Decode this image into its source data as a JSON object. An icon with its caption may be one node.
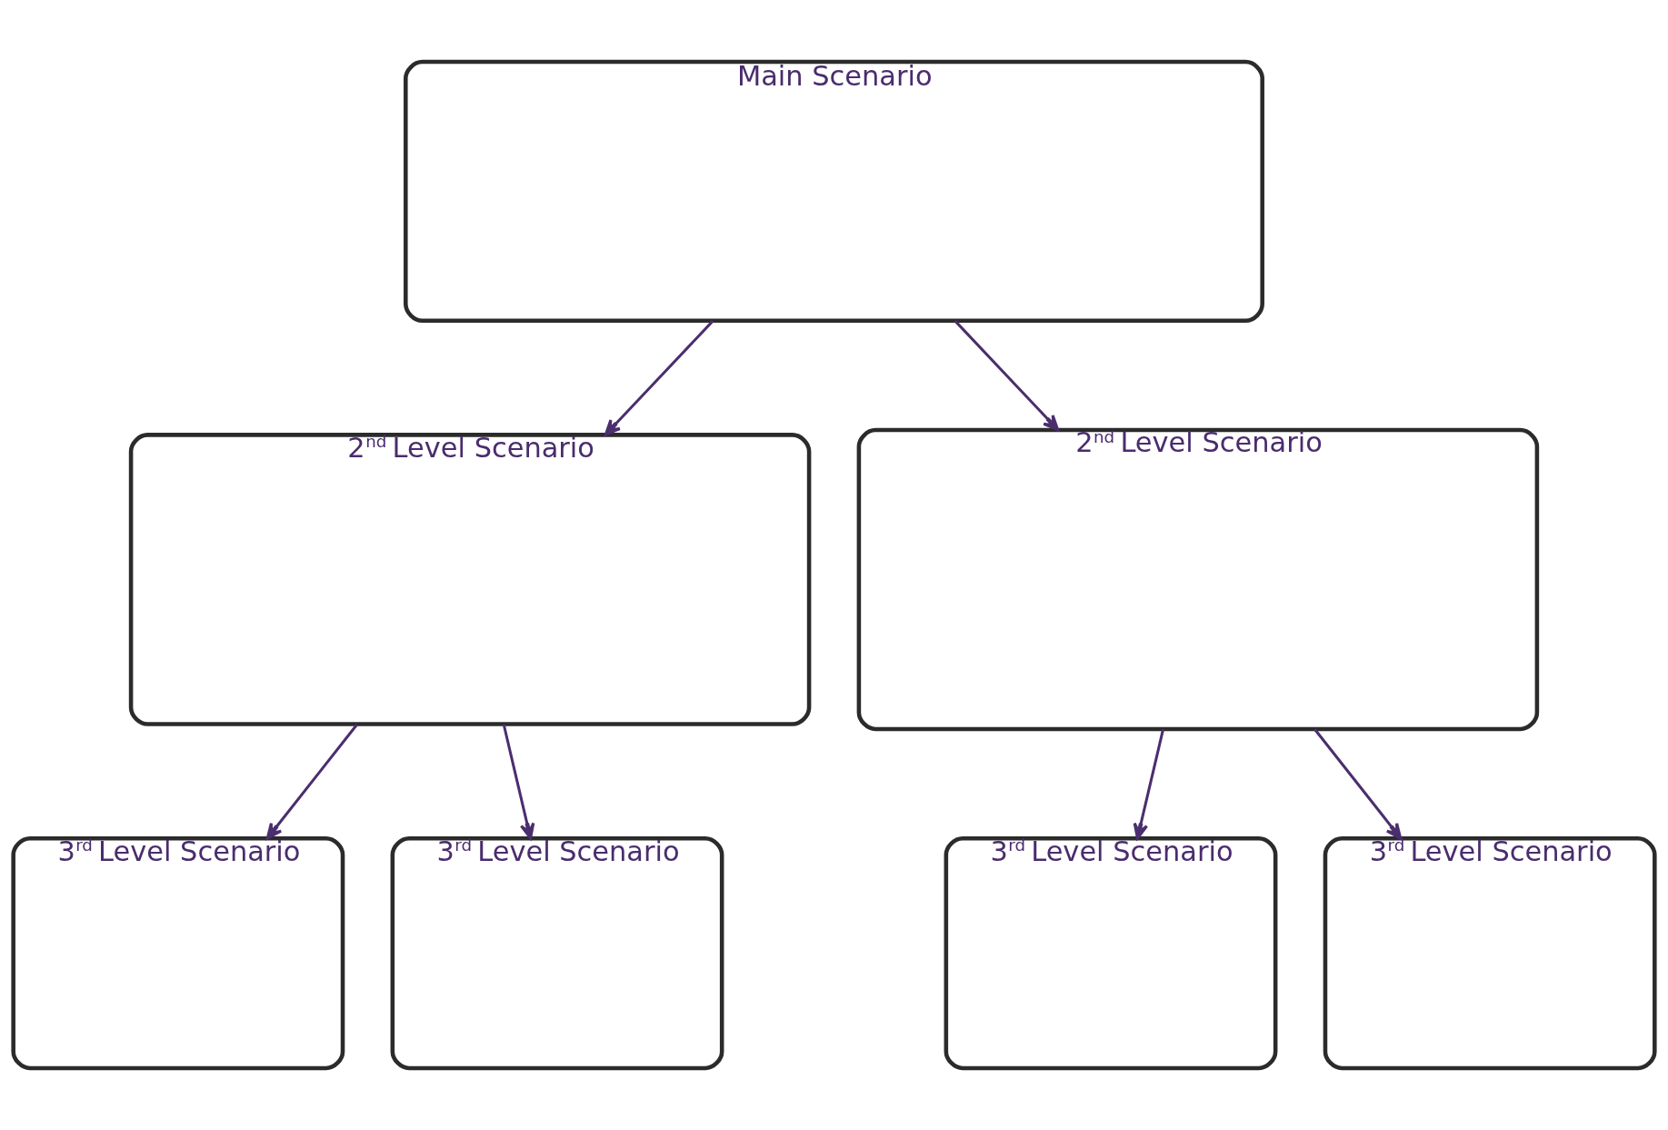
{
  "diagram": {
    "nodes": [
      {
        "text": [
          "Main Scenario"
        ]
      },
      {
        "text": [
          "2$^{nd}$ Level Scenario"
        ]
      },
      {
        "text": [
          "2$^{nd}$ Level Scenario"
        ]
      },
      {
        "text": [
          "3$^{rd}$ Level Scenario"
        ]
      },
      {
        "text": [
          "3$^{rd}$ Level Scenario"
        ]
      },
      {
        "text": [
          "3$^{rd}$ Level Scenario"
        ]
      },
      {
        "text": [
          "3$^{rd}$ Level Scenario"
        ]
      }
    ],
    "edges": [
      {
        "from": 0,
        "to": 1,
        "arrow": "to"
      },
      {
        "from": 0,
        "to": 2,
        "arrow": "to"
      },
      {
        "from": 1,
        "to": 3,
        "arrow": "to"
      },
      {
        "from": 1,
        "to": 4,
        "arrow": "to"
      },
      {
        "from": 2,
        "to": 5,
        "arrow": "to"
      },
      {
        "from": 2,
        "to": 6,
        "arrow": "to"
      }
    ]
  }
}
